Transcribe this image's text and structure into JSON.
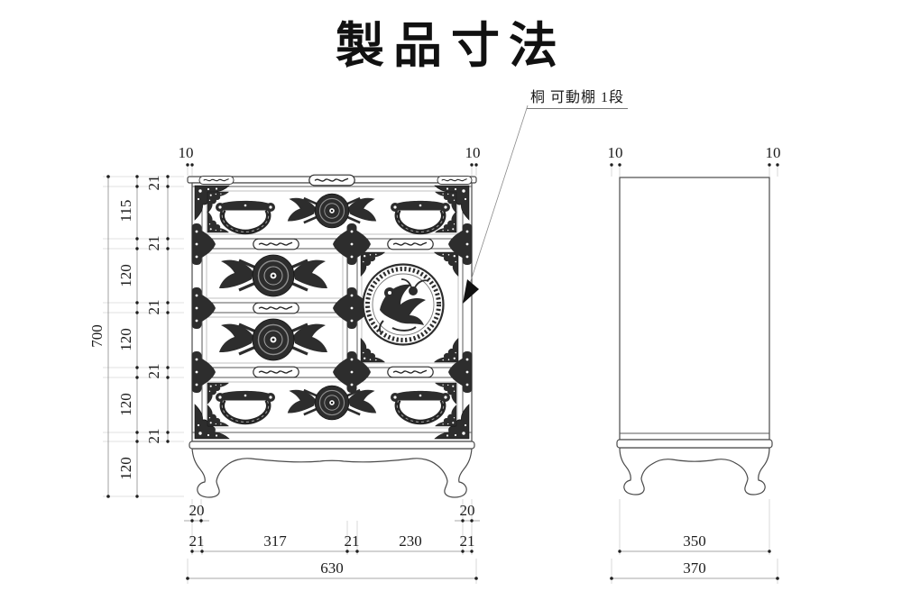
{
  "title": "製品寸法",
  "callout": {
    "label": "桐 可動棚 1段"
  },
  "front_view": {
    "overhang_left": "10",
    "overhang_right": "10",
    "total_height": "700",
    "section_heights": [
      "115",
      "120",
      "120",
      "120",
      "120"
    ],
    "frame_widths": [
      "21",
      "21",
      "21",
      "21",
      "21"
    ],
    "leg_inset_left": "20",
    "leg_inset_right": "20",
    "width_segments": [
      "21",
      "317",
      "21",
      "230",
      "21"
    ],
    "total_width": "630"
  },
  "side_view": {
    "overhang_left": "10",
    "overhang_right": "10",
    "body_depth": "350",
    "total_depth": "370"
  },
  "colors": {
    "ink": "#1a1a1a",
    "line": "#8a8a8a",
    "hardware": "#2d2d2d"
  }
}
